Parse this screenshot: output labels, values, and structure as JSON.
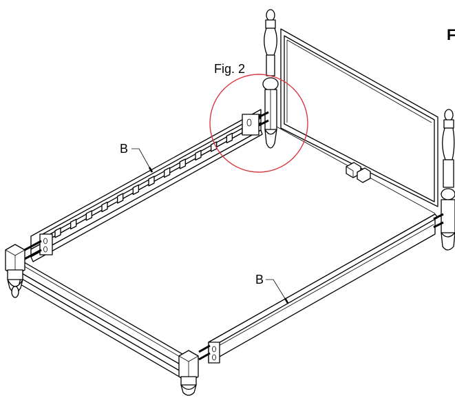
{
  "title_letter": "F",
  "figure_label": "Fig. 2",
  "part_labels": [
    "B",
    "B"
  ],
  "callout_color": "#d9363e"
}
